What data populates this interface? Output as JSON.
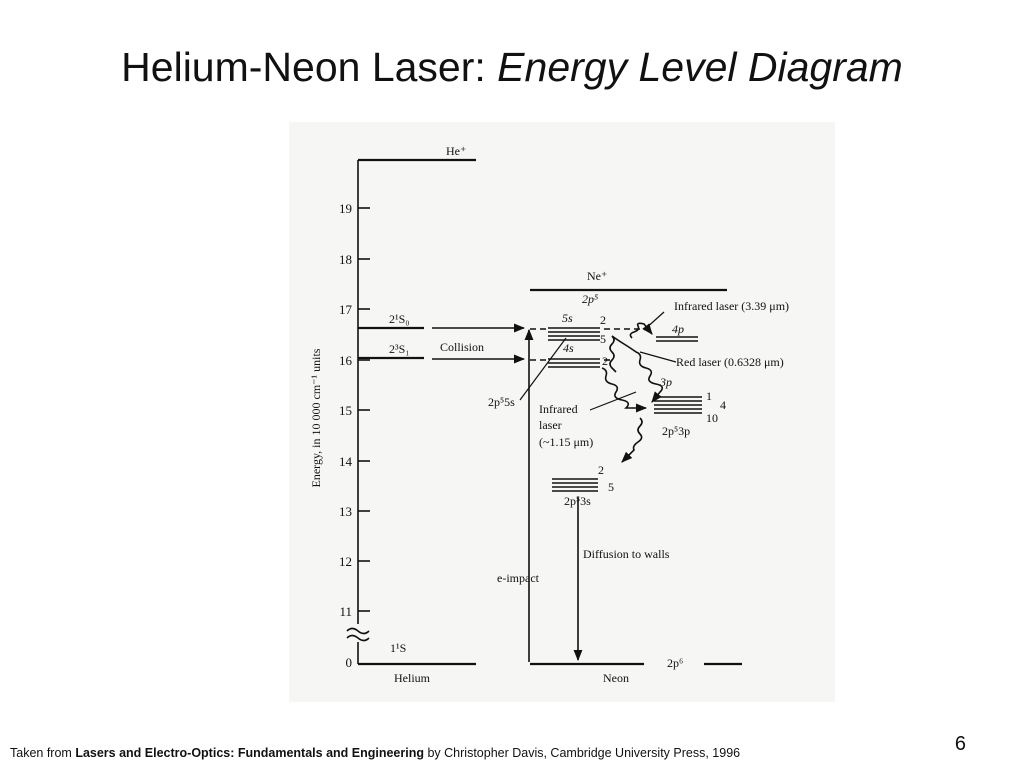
{
  "slide": {
    "title_plain": "Helium-Neon Laser: ",
    "title_italic": "Energy Level Diagram",
    "page_number": "6"
  },
  "footer": {
    "prefix": "Taken from ",
    "book_title": "Lasers and Electro-Optics: Fundamentals and Engineering",
    "suffix": " by Christopher Davis, Cambridge University Press, 1996"
  },
  "diagram": {
    "axis_label": "Energy, in 10 000 cm⁻¹ units",
    "tick_labels": [
      "19",
      "18",
      "17",
      "16",
      "15",
      "14",
      "13",
      "12",
      "11",
      "0"
    ],
    "helium": {
      "name": "Helium",
      "ion": "He⁺",
      "singlet_metastable": "2¹S₀",
      "triplet_metastable": "2³S₁",
      "ground": "1¹S"
    },
    "neon": {
      "name": "Neon",
      "ion": "Ne⁺",
      "config_2p5": "2p⁵",
      "level_5s": "5s",
      "level_4s": "4s",
      "level_4p": "4p",
      "level_3p": "3p",
      "label_2p5_5s": "2p⁵5s",
      "label_2p5_3p": "2p⁵3p",
      "label_2p5_3s": "2p⁵3s",
      "ground": "2p⁶",
      "sub_5s_top": "2",
      "sub_5s_bottom": "5",
      "sub_4s": "2",
      "sub_3p_top": "1",
      "sub_3p_count": "4",
      "sub_3p_bottom": "10",
      "sub_3s_top": "2",
      "sub_3s_bottom": "5"
    },
    "annotations": {
      "collision": "Collision",
      "infrared_339": "Infrared laser (3.39 μm)",
      "red_laser": "Red laser (0.6328 μm)",
      "infrared_115_line1": "Infrared",
      "infrared_115_line2": "laser",
      "infrared_115_line3": "(~1.15 μm)",
      "diffusion": "Diffusion to walls",
      "e_impact": "e-impact"
    }
  }
}
